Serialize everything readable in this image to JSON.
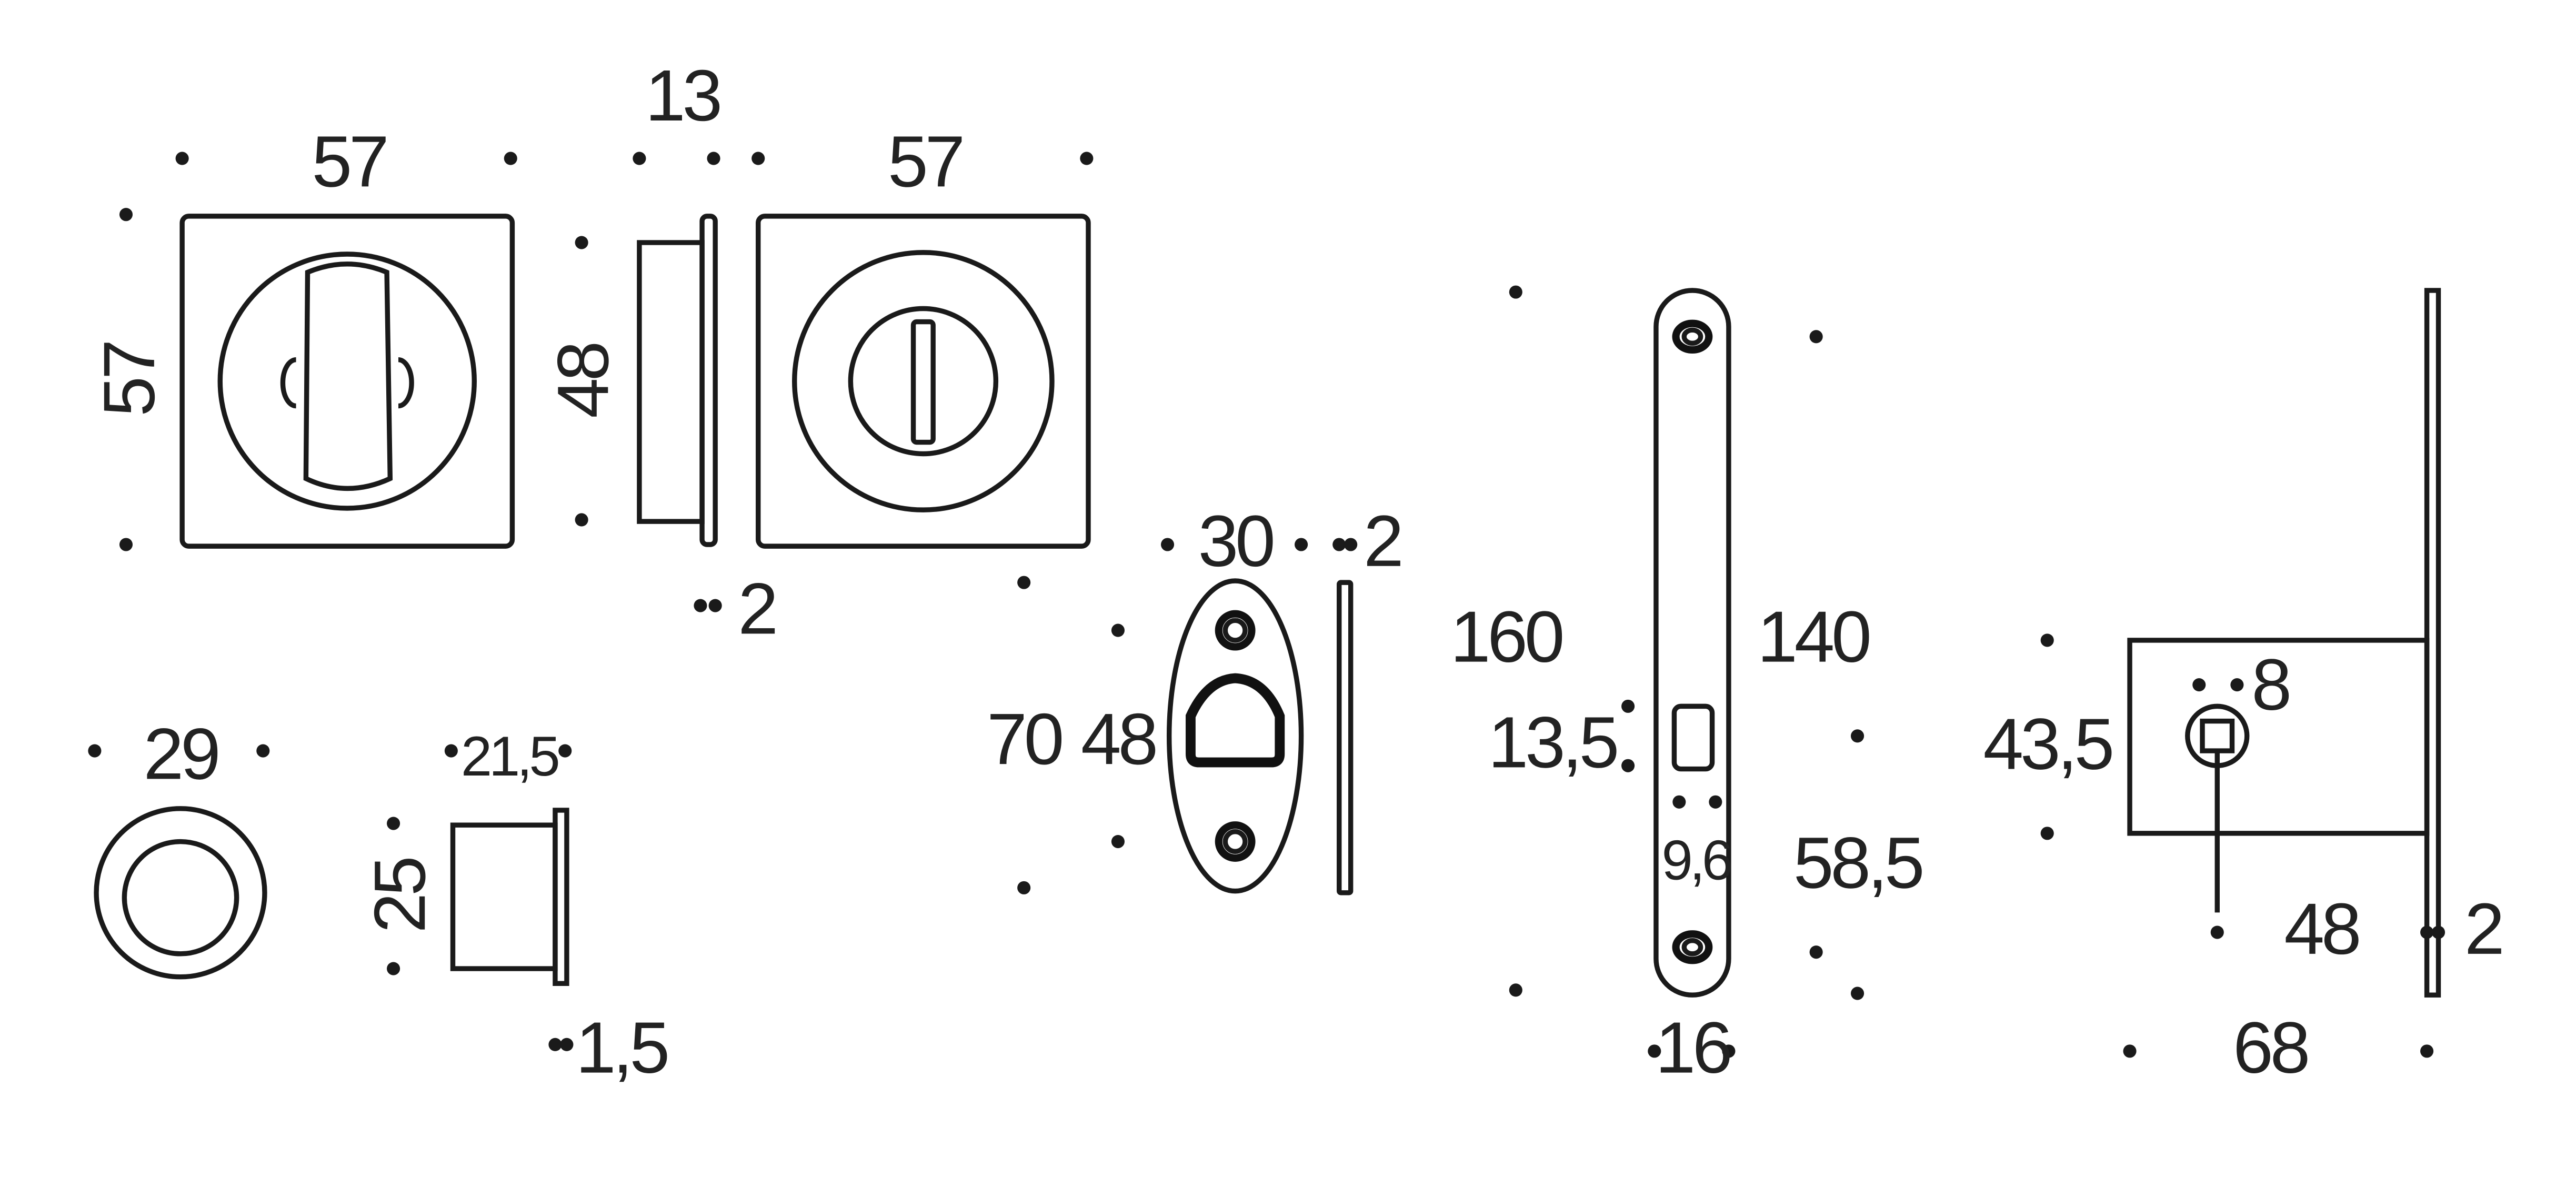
{
  "drawing": {
    "rosette_square_turn": {
      "width": "57",
      "height": "57"
    },
    "rosette_side": {
      "depth": "13",
      "plate_height": "48",
      "plate_thickness": "2"
    },
    "rosette_square_slot": {
      "width": "57"
    },
    "round_pull": {
      "diameter": "29"
    },
    "round_pull_side": {
      "depth": "21,5",
      "height": "25",
      "plate_thickness": "1,5"
    },
    "strike_plate": {
      "width": "30",
      "thickness": "2",
      "height": "70",
      "hole_spacing": "48"
    },
    "lock_faceplate": {
      "length": "160",
      "screw_spacing": "140",
      "square_size": "13,5",
      "slot": "9,6",
      "offset": "58,5",
      "width": "16"
    },
    "lock_body": {
      "square": "8",
      "body_height": "43,5",
      "backset": "48",
      "plate_thickness": "2",
      "depth": "68"
    }
  }
}
